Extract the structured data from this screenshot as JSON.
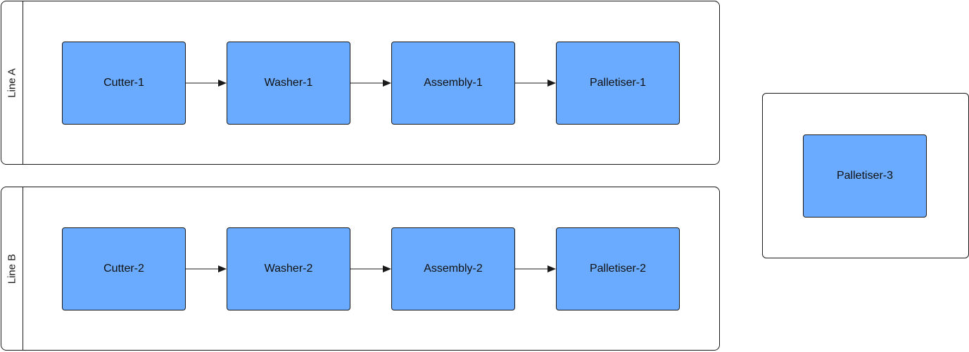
{
  "colors": {
    "node_fill": "#6aabff",
    "border": "#1a1a1a",
    "edge": "#1a1a1a"
  },
  "lanes": [
    {
      "label": "Line A"
    },
    {
      "label": "Line B"
    }
  ],
  "line_a": {
    "nodes": [
      "Cutter-1",
      "Washer-1",
      "Assembly-1",
      "Palletiser-1"
    ]
  },
  "line_b": {
    "nodes": [
      "Cutter-2",
      "Washer-2",
      "Assembly-2",
      "Palletiser-2"
    ]
  },
  "standalone": {
    "node": "Palletiser-3"
  },
  "edges": [
    {
      "from": "Cutter-1",
      "to": "Washer-1"
    },
    {
      "from": "Washer-1",
      "to": "Assembly-1"
    },
    {
      "from": "Assembly-1",
      "to": "Palletiser-1"
    },
    {
      "from": "Cutter-2",
      "to": "Washer-2"
    },
    {
      "from": "Washer-2",
      "to": "Assembly-2"
    },
    {
      "from": "Assembly-2",
      "to": "Palletiser-2"
    }
  ]
}
